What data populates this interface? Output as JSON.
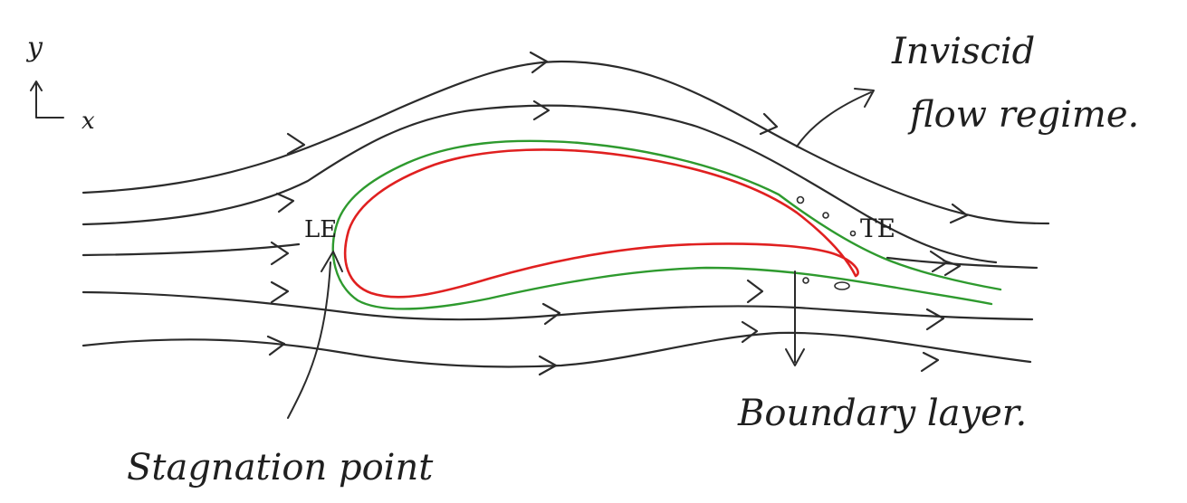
{
  "axes": {
    "y_label": "y",
    "x_label": "x"
  },
  "labels": {
    "leading_edge": "LE",
    "trailing_edge": "TE",
    "inviscid_line1": "Inviscid",
    "inviscid_line2": "flow regime.",
    "boundary_layer": "Boundary layer.",
    "stagnation_point": "Stagnation point"
  },
  "colors": {
    "airfoil_surface": "#e02020",
    "boundary_layer_edge": "#2e9a2e",
    "streamlines": "#2b2b2b"
  }
}
